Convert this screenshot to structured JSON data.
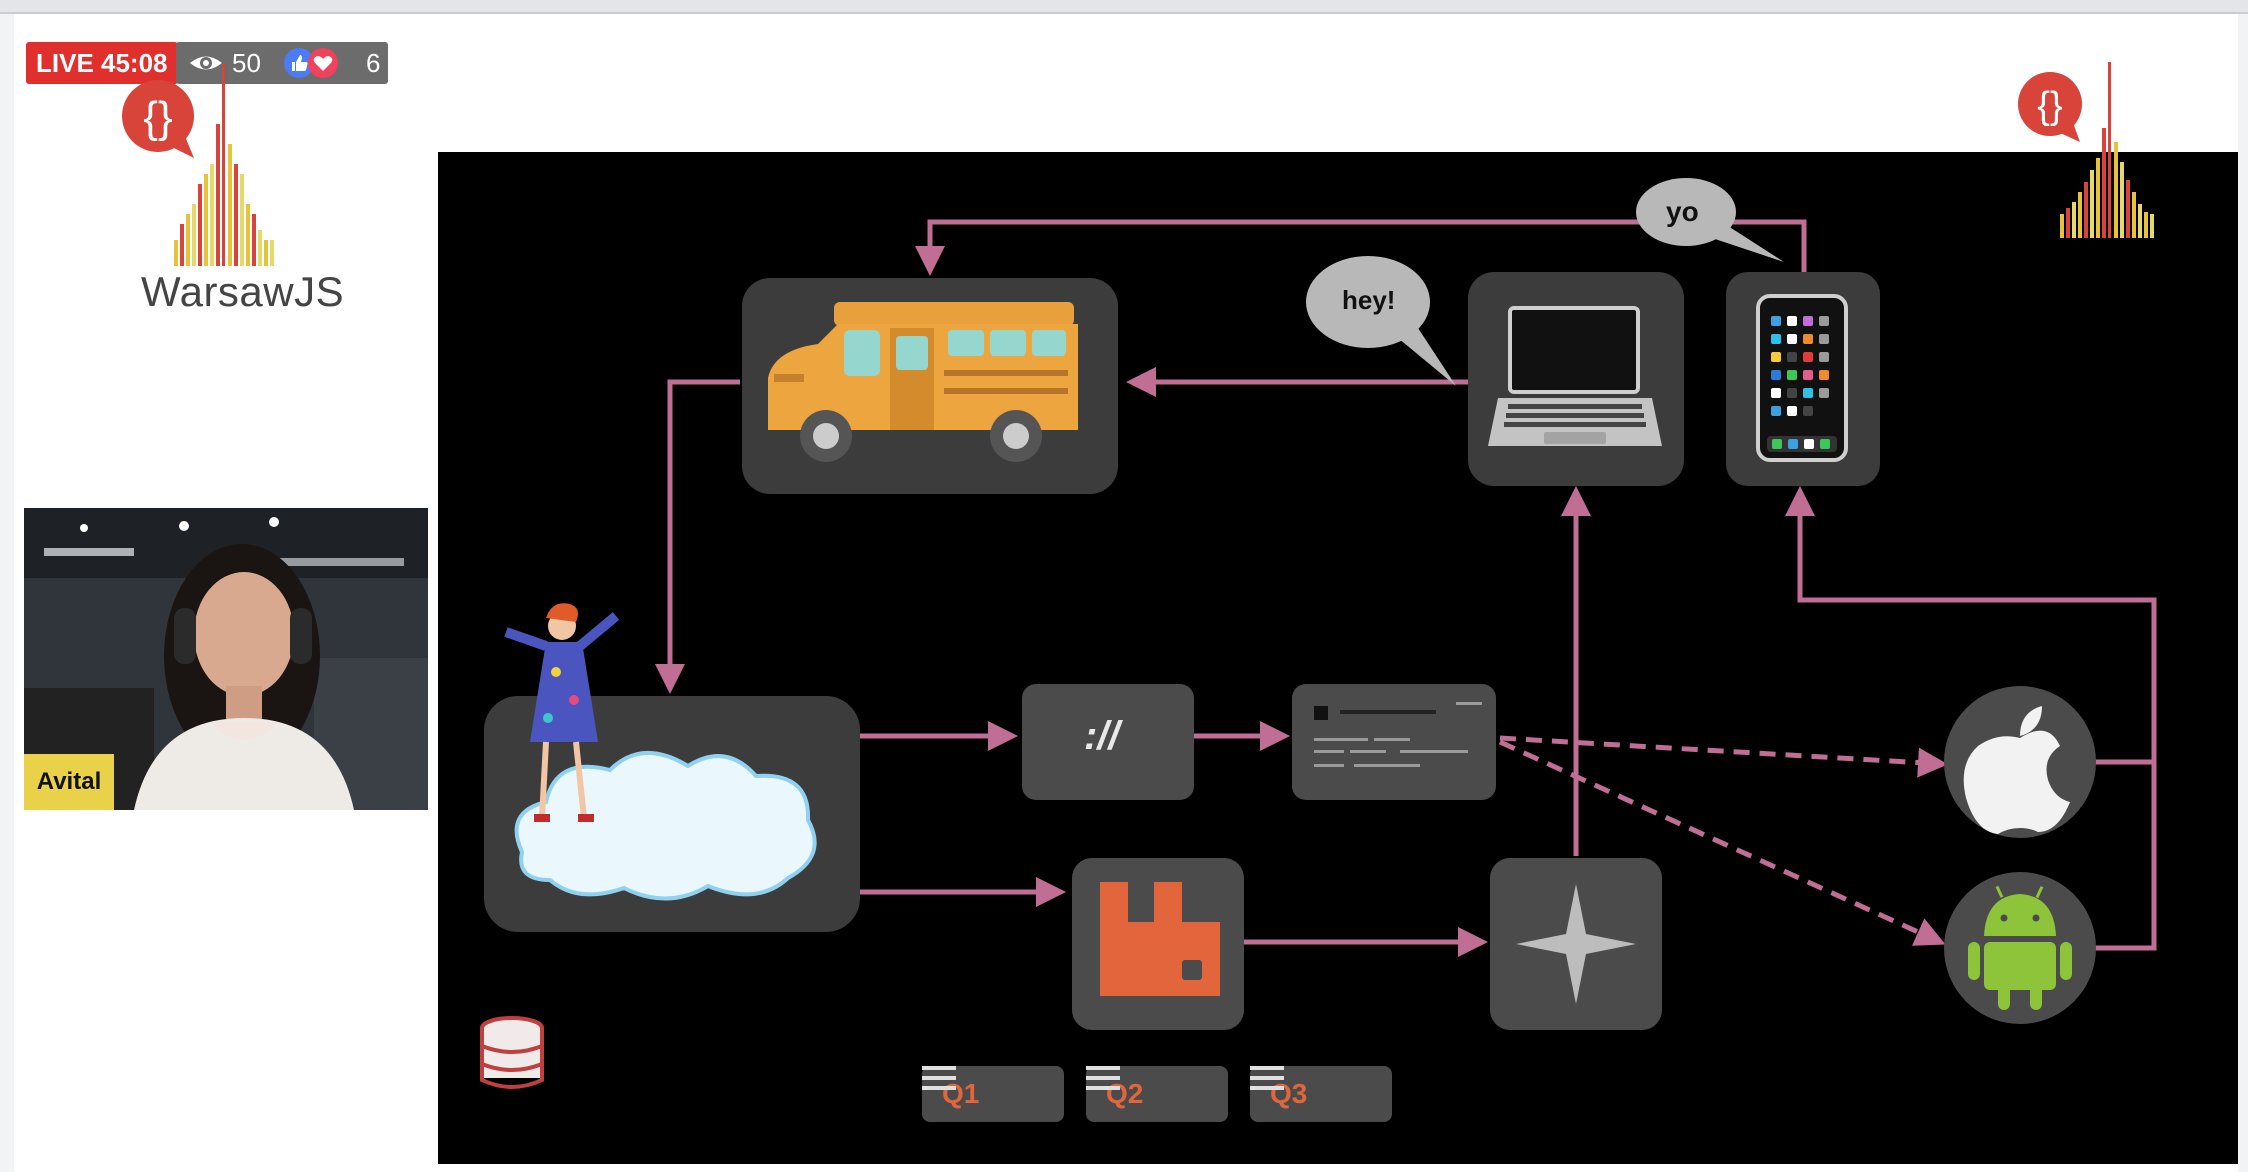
{
  "stream": {
    "live_label": "LIVE 45:08",
    "viewers": "50",
    "reactions": "6"
  },
  "event": {
    "name": "WarsawJS",
    "logo_icon": "braces-speech-bubble-icon"
  },
  "speaker": {
    "name": "Avital"
  },
  "slide": {
    "bubble_hey": "hey!",
    "bubble_yo": "yo",
    "api_label": "://",
    "queues": [
      {
        "label": "Q1"
      },
      {
        "label": "Q2"
      },
      {
        "label": "Q3"
      }
    ],
    "colors": {
      "background": "#000000",
      "node": "#3c3c3c",
      "arrow": "#c06e94",
      "queue_accent": "#e2653b"
    }
  }
}
